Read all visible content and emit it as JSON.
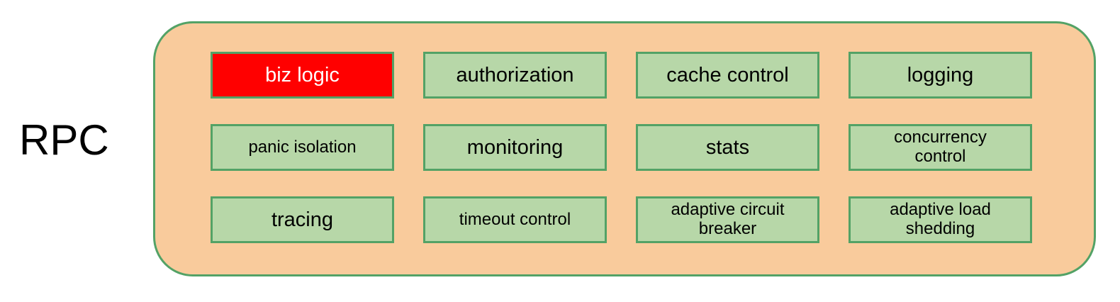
{
  "diagram": {
    "label": "RPC",
    "boxes": [
      {
        "label": "biz logic",
        "variant": "highlight"
      },
      {
        "label": "authorization",
        "variant": "normal"
      },
      {
        "label": "cache control",
        "variant": "normal"
      },
      {
        "label": "logging",
        "variant": "normal"
      },
      {
        "label": "panic isolation",
        "variant": "normal"
      },
      {
        "label": "monitoring",
        "variant": "normal"
      },
      {
        "label": "stats",
        "variant": "normal"
      },
      {
        "label": "concurrency\ncontrol",
        "variant": "normal"
      },
      {
        "label": "tracing",
        "variant": "normal"
      },
      {
        "label": "timeout control",
        "variant": "normal"
      },
      {
        "label": "adaptive circuit\nbreaker",
        "variant": "normal"
      },
      {
        "label": "adaptive load\nshedding",
        "variant": "normal"
      }
    ],
    "colors": {
      "container_fill": "#F9CB9C",
      "border_green": "#53A266",
      "box_fill": "#B7D7A8",
      "highlight_fill": "#FF0000",
      "highlight_text": "#FFFFFF",
      "text": "#000000"
    }
  }
}
